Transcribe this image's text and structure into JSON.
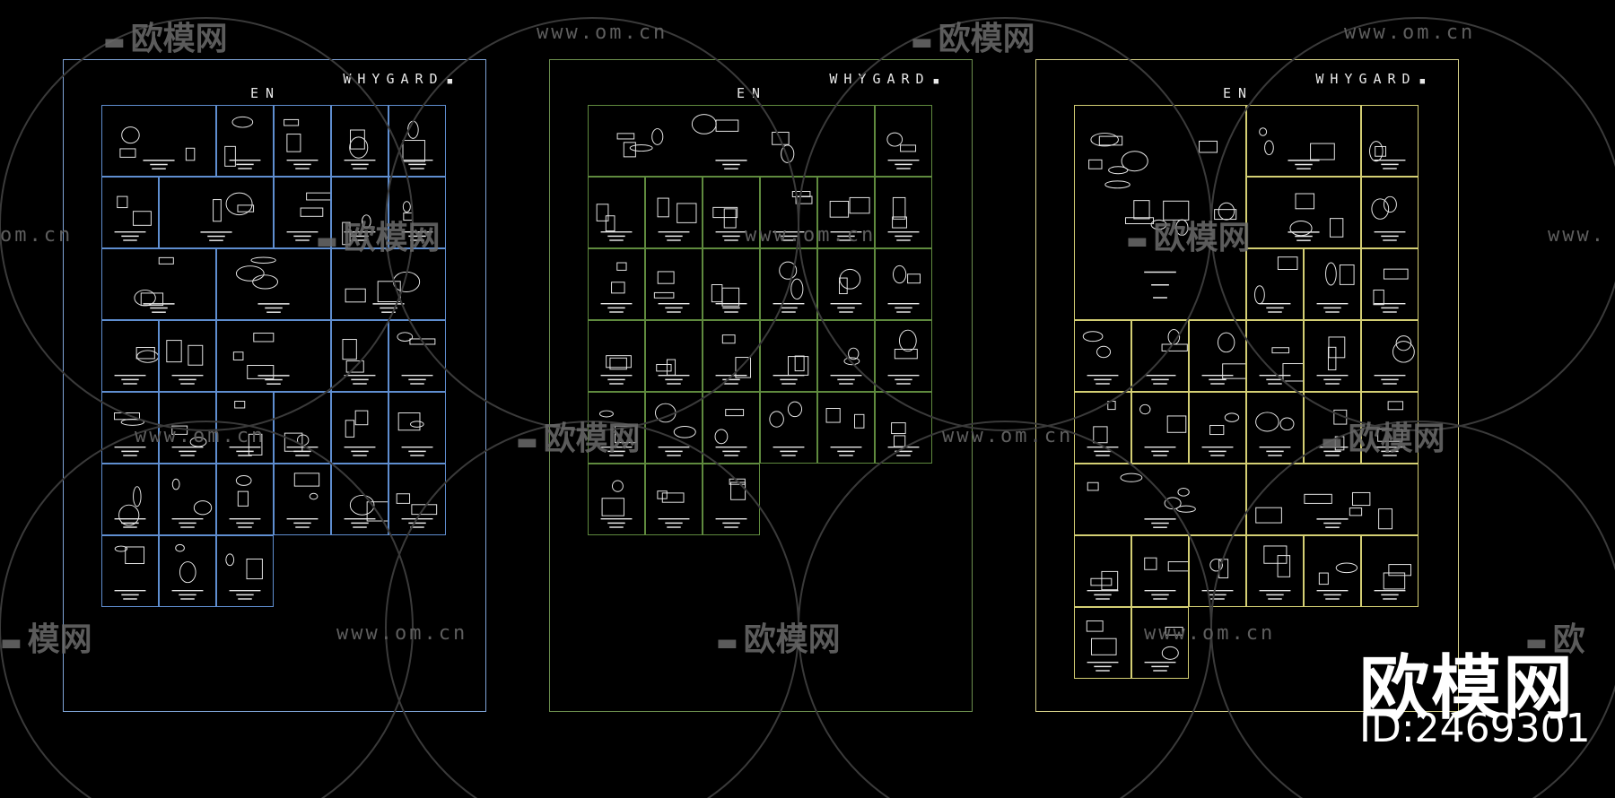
{
  "sheets": [
    {
      "id": "blue",
      "brand": "WHYGARD",
      "lang": "EN",
      "color": "#7fa3d6"
    },
    {
      "id": "green",
      "brand": "WHYGARD",
      "lang": "EN",
      "color": "#6c8f4e"
    },
    {
      "id": "yellow",
      "brand": "WHYGARD",
      "lang": "EN",
      "color": "#d7d28a"
    }
  ],
  "watermark": {
    "logo_text": "欧模网",
    "url_text": "www.om.cn",
    "url_partial": "om.cn",
    "url_partial_right": "www.",
    "logo_partial_left": "模网",
    "logo_partial_right": "欧"
  },
  "stamp": {
    "title": "欧模网",
    "id_text": "ID:2469301"
  },
  "colors": {
    "background": "#000000",
    "drawing_lines": "#e8e8e8",
    "watermark": "#6b6b6b"
  }
}
